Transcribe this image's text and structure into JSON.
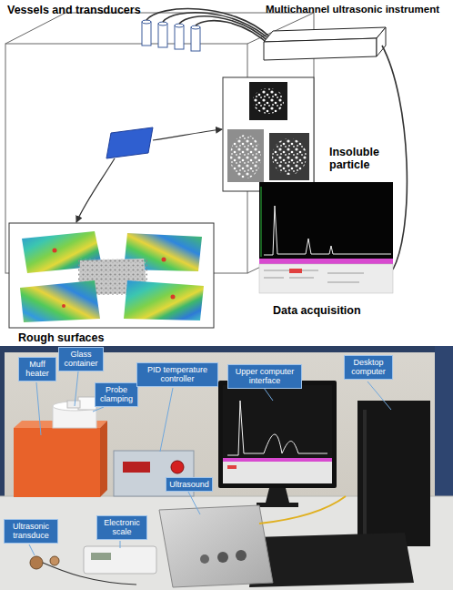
{
  "diagram": {
    "nodes": [
      {
        "text": [
          "Muff heater"
        ]
      },
      {
        "text": [
          "Glass container"
        ]
      },
      {
        "text": [
          "Probe clamping"
        ]
      },
      {
        "text": [
          "PID temperature controller"
        ]
      },
      {
        "text": [
          "Upper computer interface"
        ]
      },
      {
        "text": [
          "Desktop computer"
        ]
      },
      {
        "text": [
          "Ultrasonic transduce"
        ]
      },
      {
        "text": [
          "Electronic scale"
        ]
      },
      {
        "text": [
          "Ultrasound"
        ]
      }
    ],
    "labels": [
      "Vessels and transducers",
      "Multichannel ultrasonic instrument",
      "Insoluble particle",
      "Data acquisition",
      "Rough surfaces"
    ]
  }
}
